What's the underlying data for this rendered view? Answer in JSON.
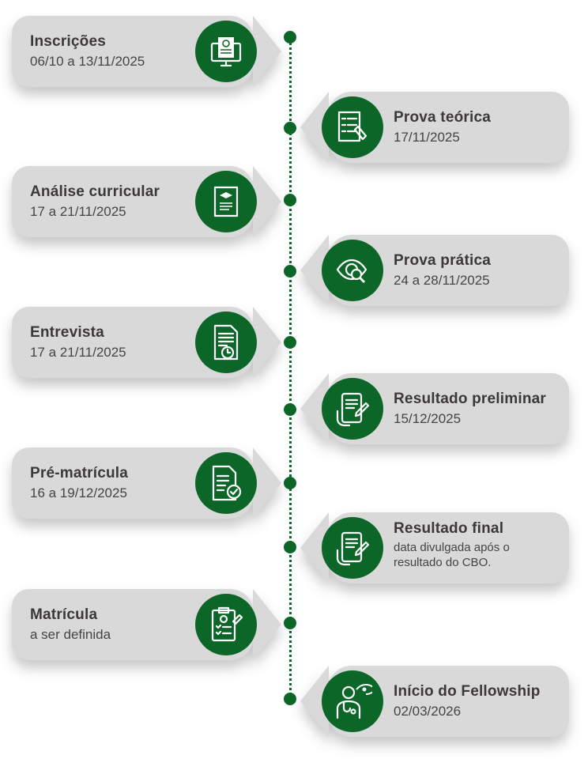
{
  "colors": {
    "accent": "#0b6628",
    "card": "#d9d9d9",
    "text": "#3b3837"
  },
  "steps": [
    {
      "side": "left",
      "title": "Inscrições",
      "date": "06/10 a 13/11/2025",
      "icon": "computer-document-icon"
    },
    {
      "side": "right",
      "title": "Prova teórica",
      "date": "17/11/2025",
      "icon": "exam-sheet-pencil-icon"
    },
    {
      "side": "left",
      "title": "Análise curricular",
      "date": "17 a 21/11/2025",
      "icon": "diploma-document-icon"
    },
    {
      "side": "right",
      "title": "Prova prática",
      "date": "24 a 28/11/2025",
      "icon": "eye-magnifier-icon"
    },
    {
      "side": "left",
      "title": "Entrevista",
      "date": "17 a 21/11/2025",
      "icon": "document-clock-icon"
    },
    {
      "side": "right",
      "title": "Resultado preliminar",
      "date": "15/12/2025",
      "icon": "tablet-signing-icon"
    },
    {
      "side": "left",
      "title": "Pré-matrícula",
      "date": "16 a 19/12/2025",
      "icon": "document-check-icon"
    },
    {
      "side": "right",
      "title": "Resultado final",
      "date": "data divulgada após o resultado do CBO.",
      "icon": "tablet-signing-icon"
    },
    {
      "side": "left",
      "title": "Matrícula",
      "date": "a ser definida",
      "icon": "clipboard-profile-icon"
    },
    {
      "side": "right",
      "title": "Início do Fellowship",
      "date": "02/03/2026",
      "icon": "doctor-eye-icon"
    }
  ]
}
